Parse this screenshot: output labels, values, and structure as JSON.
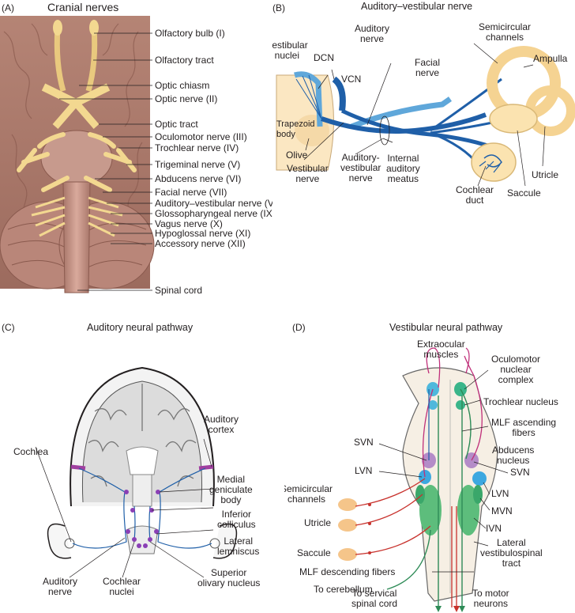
{
  "panel_a": {
    "tag": "(A)",
    "title": "Cranial nerves",
    "labels": [
      "Olfactory bulb (I)",
      "Olfactory tract",
      "Optic chiasm",
      "Optic nerve (II)",
      "Optic tract",
      "Oculomotor nerve (III)",
      "Trochlear nerve (IV)",
      "Trigeminal nerve (V)",
      "Abducens nerve (VI)",
      "Facial nerve (VII)",
      "Auditory–vestibular nerve (VIII)",
      "Glossopharyngeal nerve (IX)",
      "Vagus nerve (X)",
      "Hypoglossal nerve (XI)",
      "Accessory nerve (XII)",
      "Spinal cord"
    ]
  },
  "panel_b": {
    "tag": "(B)",
    "title": "Auditory–vestibular nerve",
    "labels": {
      "vestibular_nuclei": "Vestibular\nnuclei",
      "dcn": "DCN",
      "vcn": "VCN",
      "auditory_nerve": "Auditory\nnerve",
      "facial_nerve": "Facial\nnerve",
      "semicircular_channels": "Semicircular\nchannels",
      "ampulla": "Ampulla",
      "trapezoid_body": "Trapezoid\nbody",
      "olive": "Olive",
      "vestibular_nerve": "Vestibular\nnerve",
      "auditory_vestibular_nerve": "Auditory-\nvestibular\nnerve",
      "internal_auditory_meatus": "Internal\nauditory\nmeatus",
      "cochlear_duct": "Cochlear\nduct",
      "saccule": "Saccule",
      "utricle": "Utricle"
    }
  },
  "panel_c": {
    "tag": "(C)",
    "title": "Auditory neural pathway",
    "labels": {
      "auditory_cortex": "Auditory\ncortex",
      "cochlea": "Cochlea",
      "medial_geniculate_body": "Medial\ngeniculate\nbody",
      "inferior_colliculus": "Inferior\ncolliculus",
      "lateral_lemniscus": "Lateral\nlemniscus",
      "auditory_nerve": "Auditory\nnerve",
      "cochlear_nuclei": "Cochlear\nnuclei",
      "superior_olivary_nucleus": "Superior\nolivary nucleus"
    }
  },
  "panel_d": {
    "tag": "(D)",
    "title": "Vestibular neural pathway",
    "labels": {
      "extraocular_muscles": "Extraocular\nmuscles",
      "oculomotor_nuclear_complex": "Oculomotor\nnuclear\ncomplex",
      "trochlear_nucleus": "Trochlear nucleus",
      "mlf_ascending": "MLF ascending\nfibers",
      "svn_left": "SVN",
      "abducens_nucleus": "Abducens\nnucleus",
      "lvn_left": "LVN",
      "svn_right": "SVN",
      "semicircular_channels": "Semicircular\nchannels",
      "lvn_right": "LVN",
      "utricle": "Utricle",
      "mvn": "MVN",
      "saccule": "Saccule",
      "ivn": "IVN",
      "lateral_vestibulospinal": "Lateral\nvestibulospinal\ntract",
      "to_cerebellum": "To cerebellum",
      "mlf_descending": "MLF descending fibers",
      "to_spinal_cord": "To servical\nspinal cord",
      "to_motor_neurons": "To motor\nneurons"
    }
  },
  "colors": {
    "brain": "#c9988a",
    "nerve": "#f3d890",
    "blue_nerve": "#1f5fa8",
    "inner_ear": "#fbe3b0",
    "purple": "#a040a0",
    "green": "#2e8b57",
    "red": "#c8322d",
    "magenta": "#c0307a"
  }
}
